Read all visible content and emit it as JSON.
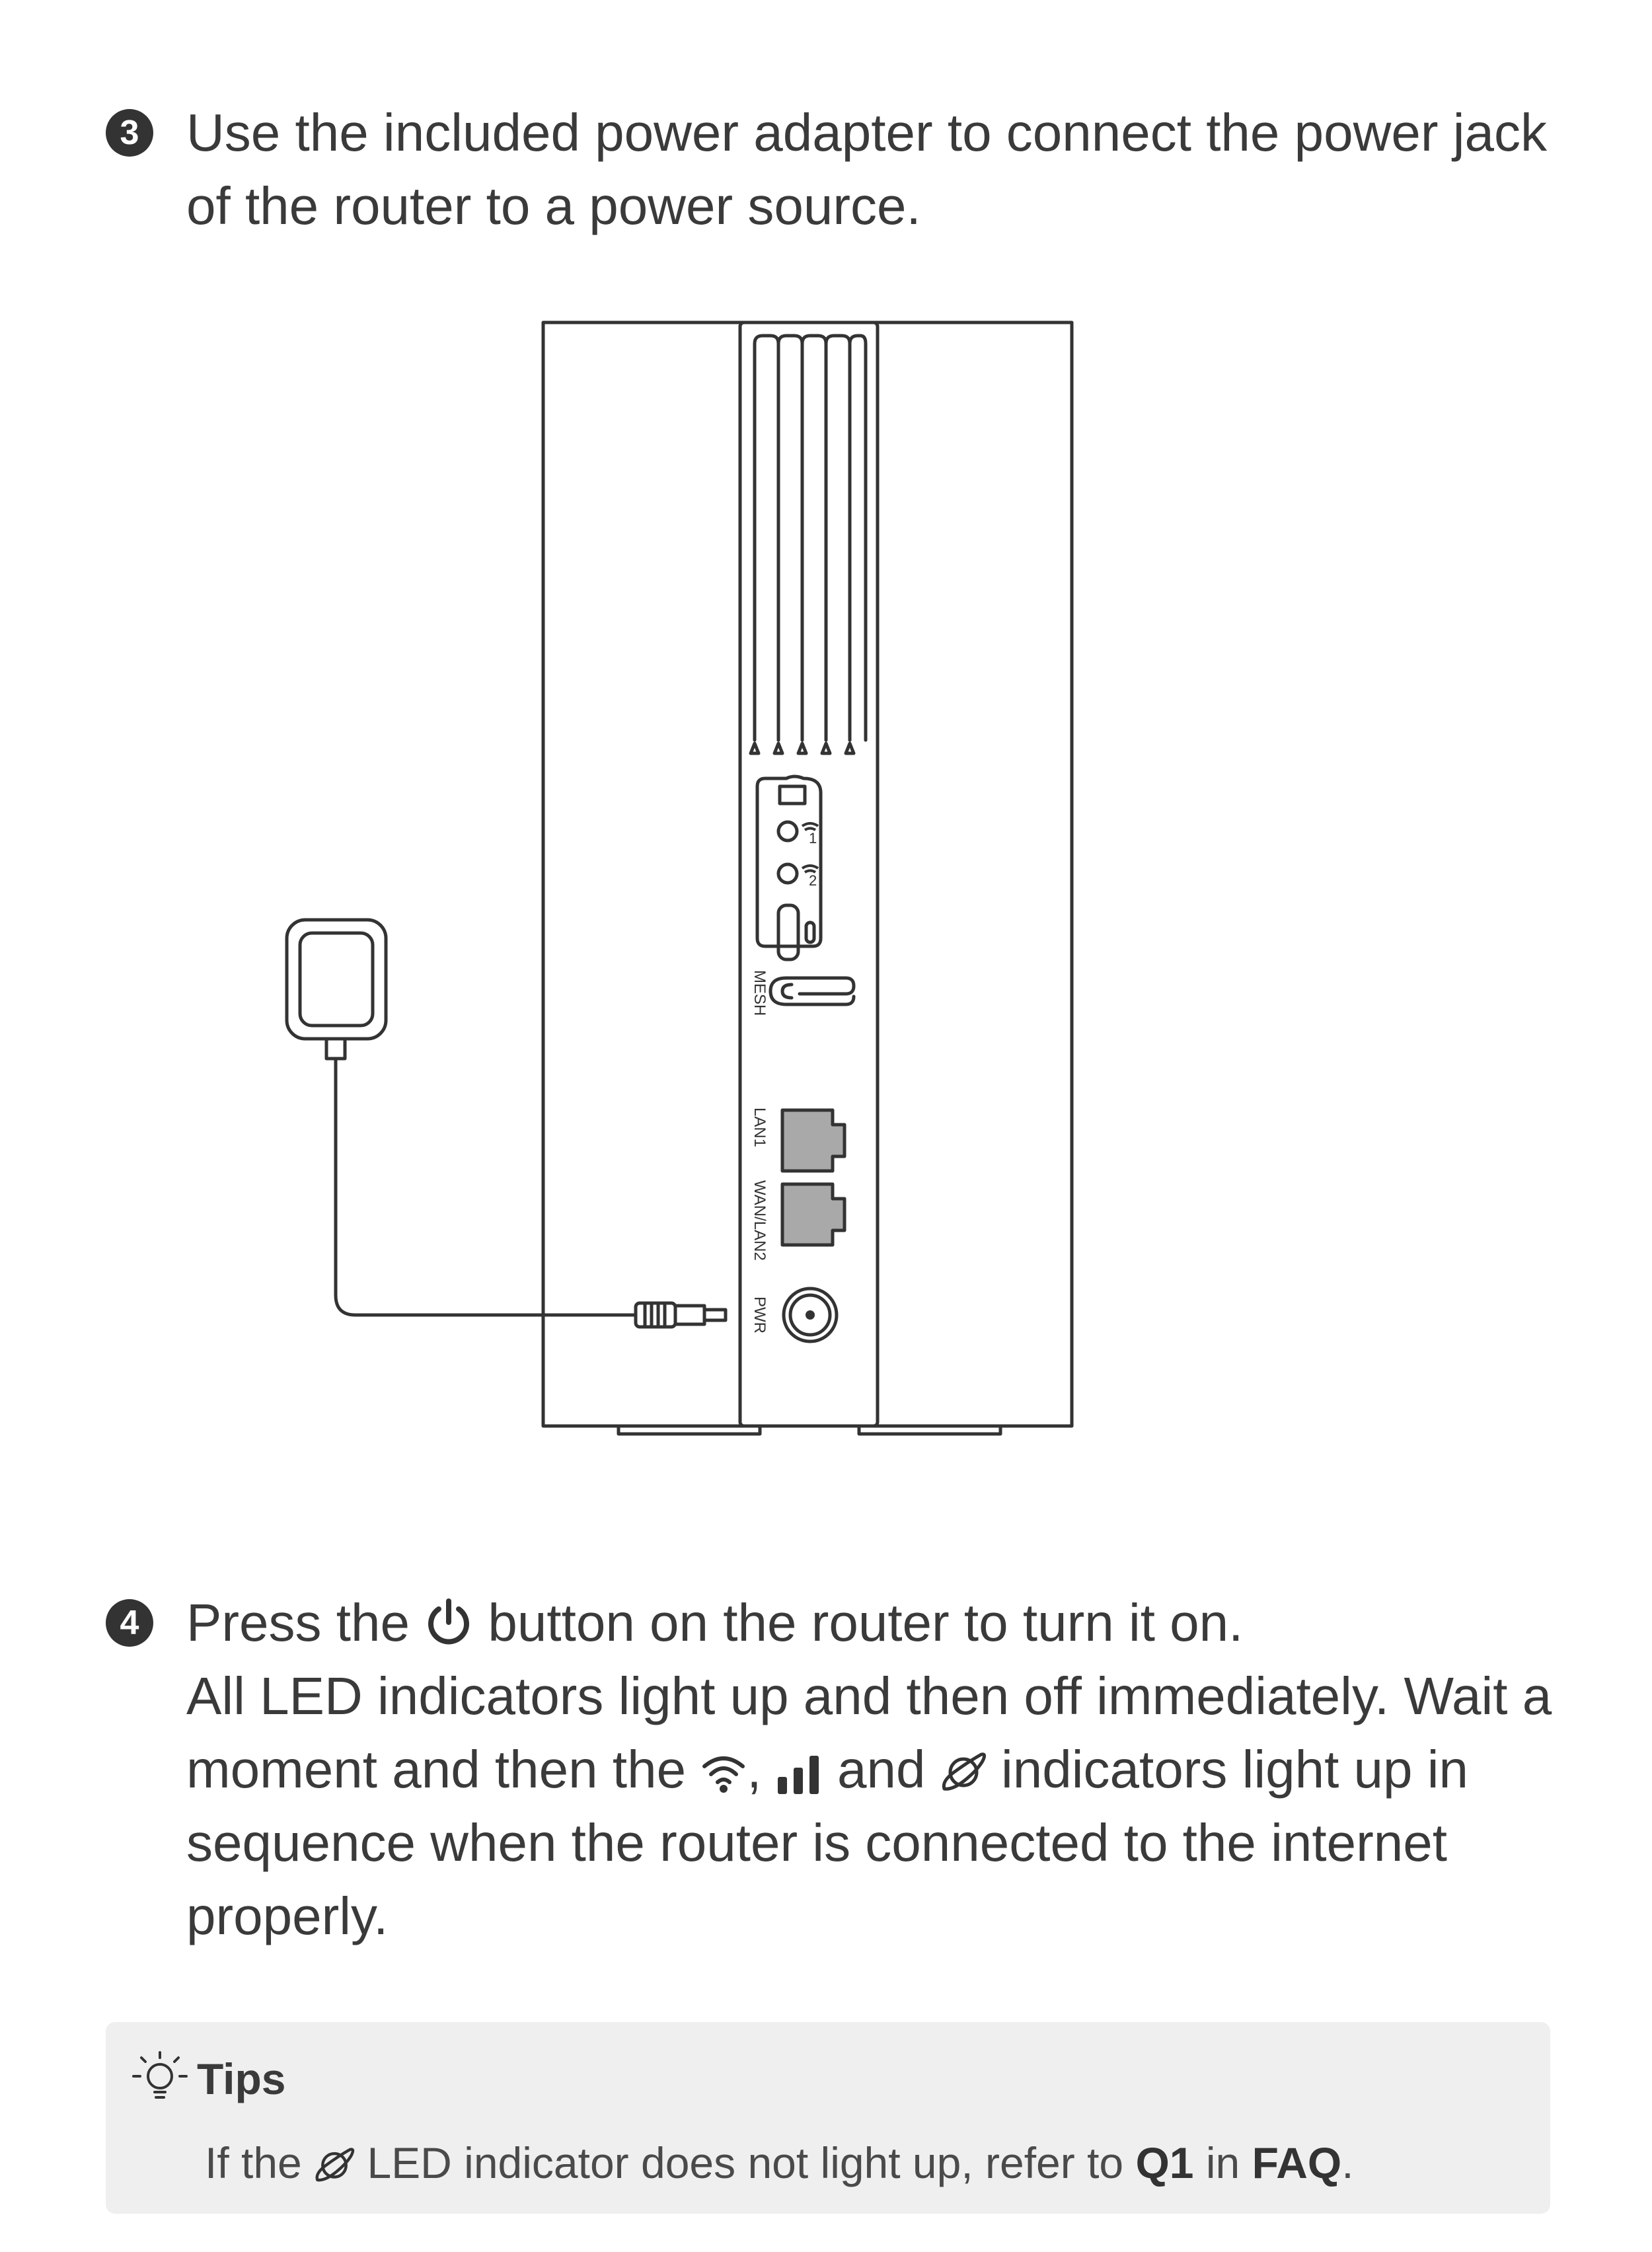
{
  "step3": {
    "number": "3",
    "text": "Use the included power adapter to connect the power jack of the router to a power source."
  },
  "diagram": {
    "labels": {
      "mesh": "MESH",
      "lan1": "LAN1",
      "wan_lan2": "WAN/LAN2",
      "pwr": "PWR",
      "led1": "1",
      "led2": "2"
    }
  },
  "step4": {
    "number": "4",
    "line1_before": "Press the",
    "line1_after": "button on the router to turn it on.",
    "line2": "All LED indicators light up and then off immediately. Wait a",
    "line3_a": "moment and then the",
    "line3_b": ",",
    "line3_c": "and",
    "line3_d": "indicators light up in",
    "line4": "sequence when the router is connected to the internet",
    "line5": "properly."
  },
  "tips": {
    "title": "Tips",
    "text_a": "If the",
    "text_b": "LED indicator does not light up, refer to",
    "q1": "Q1",
    "in_word": "in",
    "faq": "FAQ",
    "period": "."
  },
  "icons": [
    "power-icon",
    "wifi-icon",
    "signal-bars-icon",
    "internet-planet-icon",
    "lightbulb-icon"
  ]
}
